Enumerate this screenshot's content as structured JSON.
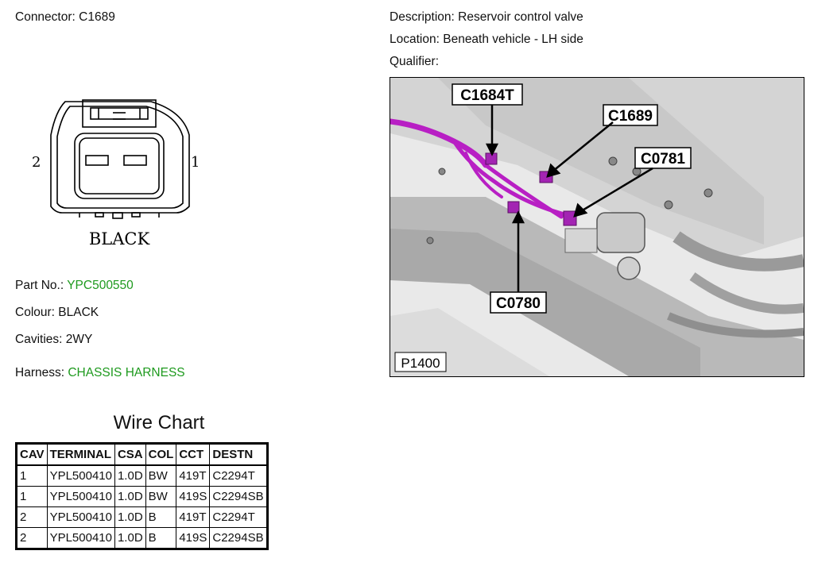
{
  "connector": {
    "label": "Connector:",
    "id": "C1689"
  },
  "drawing": {
    "pin_left": "2",
    "pin_right": "1",
    "colour_text": "BLACK"
  },
  "part": {
    "label": "Part No.:",
    "value": "YPC500550"
  },
  "colour": {
    "label": "Colour:",
    "value": "BLACK"
  },
  "cavities": {
    "label": "Cavities:",
    "value": "2WY"
  },
  "harness": {
    "label": "Harness:",
    "value": "CHASSIS HARNESS"
  },
  "description": {
    "label": "Description:",
    "value": "Reservoir control valve"
  },
  "location": {
    "label": "Location:",
    "value": "Beneath vehicle - LH side"
  },
  "qualifier": {
    "label": "Qualifier:",
    "value": ""
  },
  "photo": {
    "callouts": [
      "C1684T",
      "C1689",
      "C0781",
      "C0780"
    ],
    "ref": "P1400",
    "colors": {
      "harness": "#b81fc4",
      "metal": "#bdbdbd"
    }
  },
  "wire_chart": {
    "title": "Wire Chart",
    "headers": [
      "CAV",
      "TERMINAL",
      "CSA",
      "COL",
      "CCT",
      "DESTN"
    ],
    "rows": [
      [
        "1",
        "YPL500410",
        "1.0D",
        "BW",
        "419T",
        "C2294T"
      ],
      [
        "1",
        "YPL500410",
        "1.0D",
        "BW",
        "419S",
        "C2294SB"
      ],
      [
        "2",
        "YPL500410",
        "1.0D",
        "B",
        "419T",
        "C2294T"
      ],
      [
        "2",
        "YPL500410",
        "1.0D",
        "B",
        "419S",
        "C2294SB"
      ]
    ]
  }
}
